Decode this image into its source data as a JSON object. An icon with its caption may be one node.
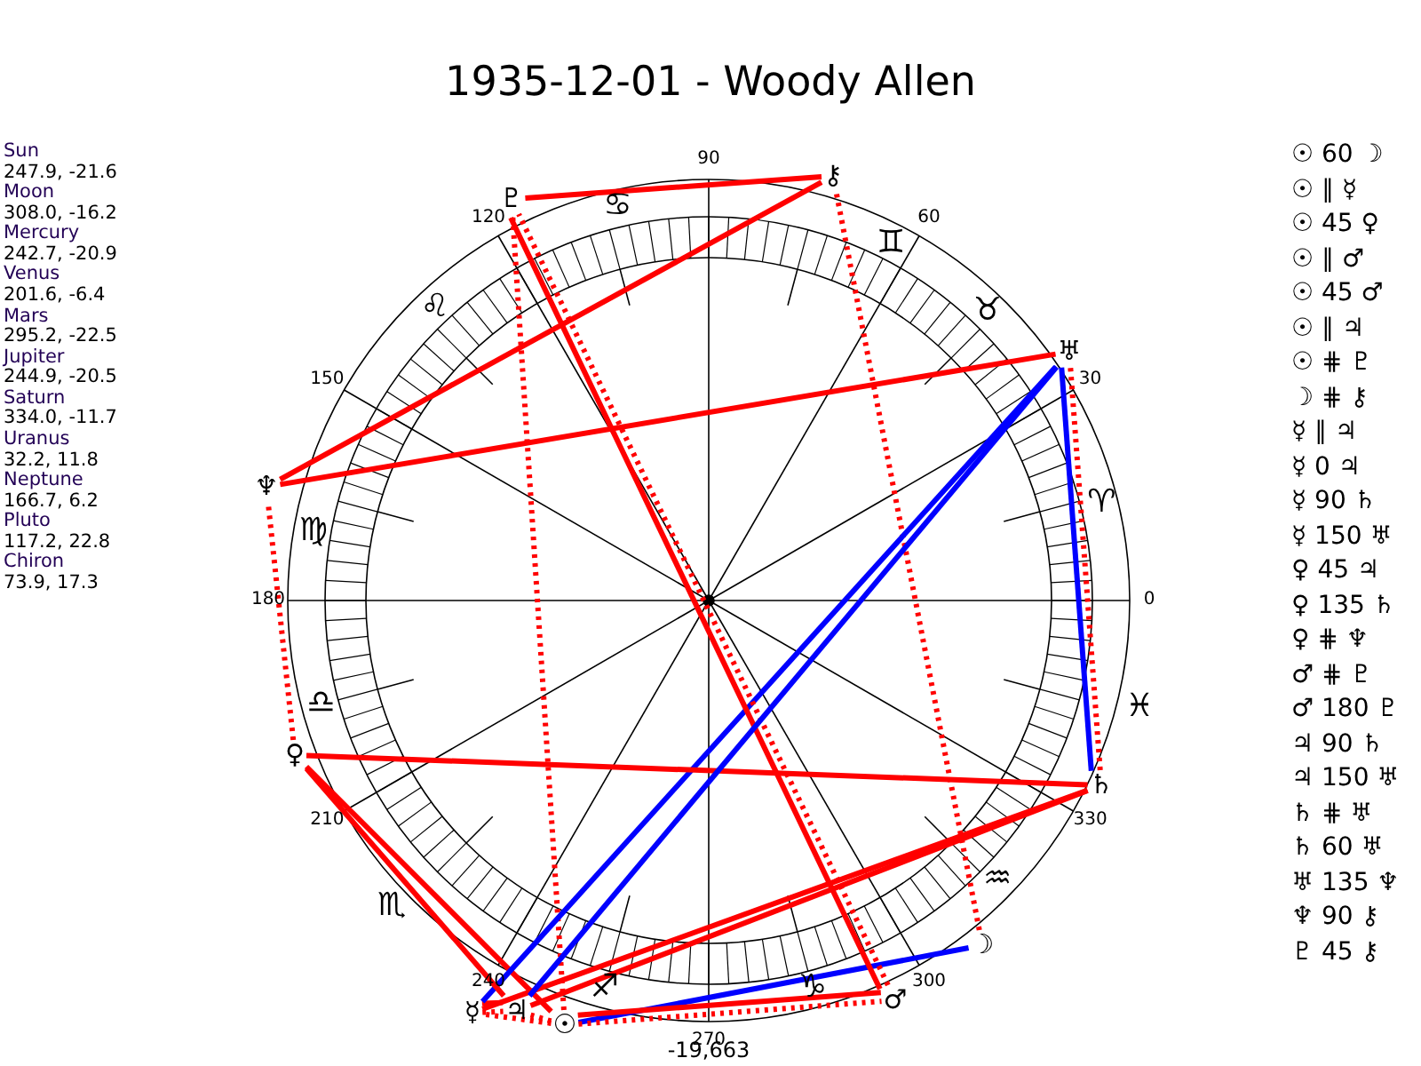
{
  "diagram": {
    "title": "1935-12-01 - Woody Allen",
    "nodes": [
      {
        "text": [
          "☉"
        ]
      },
      {
        "text": [
          "☽"
        ]
      },
      {
        "text": [
          "☿"
        ]
      },
      {
        "text": [
          "♀"
        ]
      },
      {
        "text": [
          "♂"
        ]
      },
      {
        "text": [
          "♃"
        ]
      },
      {
        "text": [
          "♄"
        ]
      },
      {
        "text": [
          "♅"
        ]
      },
      {
        "text": [
          "♆"
        ]
      },
      {
        "text": [
          "♇"
        ]
      },
      {
        "text": [
          "⚷"
        ]
      }
    ],
    "edges": [
      {
        "from": 0,
        "to": 1,
        "arrow": "none",
        "color": "#0000ff"
      },
      {
        "from": 0,
        "to": 2,
        "arrow": "none",
        "style": "dashed"
      },
      {
        "from": 0,
        "to": 3,
        "arrow": "none"
      },
      {
        "from": 0,
        "to": 4,
        "arrow": "none",
        "style": "dashed"
      },
      {
        "from": 0,
        "to": 4,
        "arrow": "none"
      },
      {
        "from": 0,
        "to": 5,
        "arrow": "none",
        "style": "dashed"
      },
      {
        "from": 0,
        "to": 9,
        "arrow": "none",
        "style": "dashed"
      },
      {
        "from": 1,
        "to": 10,
        "arrow": "none",
        "style": "dashed"
      },
      {
        "from": 2,
        "to": 5,
        "arrow": "none",
        "style": "dashed"
      },
      {
        "from": 2,
        "to": 5,
        "arrow": "none"
      },
      {
        "from": 2,
        "to": 6,
        "arrow": "none"
      },
      {
        "from": 2,
        "to": 7,
        "arrow": "none",
        "color": "#0000ff"
      },
      {
        "from": 3,
        "to": 5,
        "arrow": "none"
      },
      {
        "from": 3,
        "to": 6,
        "arrow": "none"
      },
      {
        "from": 3,
        "to": 8,
        "arrow": "none",
        "style": "dashed"
      },
      {
        "from": 4,
        "to": 9,
        "arrow": "none",
        "style": "dashed"
      },
      {
        "from": 4,
        "to": 9,
        "arrow": "none"
      },
      {
        "from": 5,
        "to": 6,
        "arrow": "none"
      },
      {
        "from": 5,
        "to": 7,
        "arrow": "none",
        "color": "#0000ff"
      },
      {
        "from": 6,
        "to": 7,
        "arrow": "none",
        "style": "dashed"
      },
      {
        "from": 6,
        "to": 7,
        "arrow": "none",
        "color": "#0000ff"
      },
      {
        "from": 7,
        "to": 8,
        "arrow": "none"
      },
      {
        "from": 8,
        "to": 10,
        "arrow": "none"
      },
      {
        "from": 9,
        "to": 10,
        "arrow": "none"
      }
    ],
    "labels": [
      "Sun",
      "247.9, -21.6",
      "Moon",
      "308.0, -16.2",
      "Mercury",
      "242.7, -20.9",
      "Venus",
      "201.6, -6.4",
      "Mars",
      "295.2, -22.5",
      "Jupiter",
      "244.9, -20.5",
      "Saturn",
      "334.0, -11.7",
      "Uranus",
      "32.2, 11.8",
      "Neptune",
      "166.7, 6.2",
      "Pluto",
      "117.2, 22.8",
      "Chiron",
      "73.9, 17.3",
      "0",
      "30",
      "60",
      "90",
      "120",
      "150",
      "180",
      "210",
      "240",
      "270",
      "300",
      "330",
      "♈",
      "♉",
      "♊",
      "♋",
      "♌",
      "♍",
      "♎",
      "♏",
      "♐",
      "♑",
      "♒",
      "♓",
      "-19,663",
      "☉ 60 ☽",
      "☉ ∥ ☿",
      "☉ 45 ♀",
      "☉ ∥ ♂",
      "☉ 45 ♂",
      "☉ ∥ ♃",
      "☉ ⋕ ♇",
      "☽ ⋕ ⚷",
      "☿ ∥ ♃",
      "☿ 0 ♃",
      "☿ 90 ♄",
      "☿ 150 ♅",
      "♀ 45 ♃",
      "♀ 135 ♄",
      "♀ ⋕ ♆",
      "♂ ⋕ ♇",
      "♂ 180 ♇",
      "♃ 90 ♄",
      "♃ 150 ♅",
      "♄ ⋕ ♅",
      "♄ 60 ♅",
      "♅ 135 ♆",
      "♆ 90 ⚷",
      "♇ 45 ⚷"
    ]
  }
}
